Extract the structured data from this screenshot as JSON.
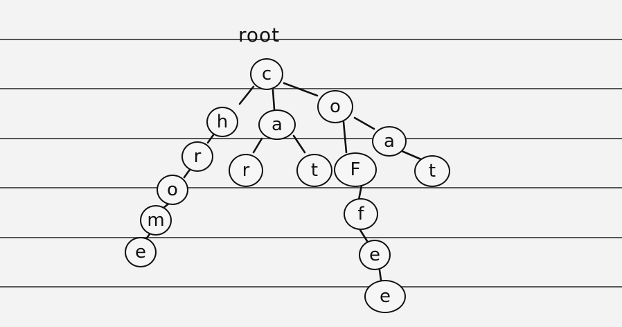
{
  "tree": {
    "root_label": "root",
    "nodes": {
      "c": "c",
      "h": "h",
      "r1": "r",
      "o1": "o",
      "m": "m",
      "e1": "e",
      "a1": "a",
      "r2": "r",
      "t1": "t",
      "o2": "o",
      "F": "F",
      "f": "f",
      "e2": "e",
      "e3": "e",
      "a2": "a",
      "t2": "t"
    }
  }
}
